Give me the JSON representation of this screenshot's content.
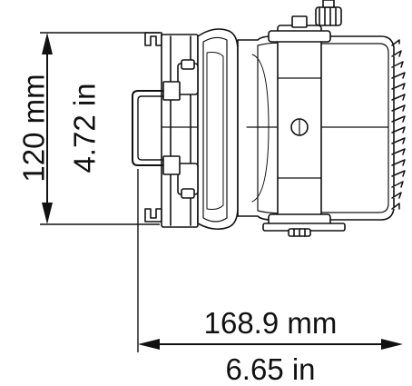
{
  "dimensions": {
    "height": {
      "metric": "120 mm",
      "imperial": "4.72 in"
    },
    "width": {
      "metric": "168.9 mm",
      "imperial": "6.65 in"
    }
  },
  "colors": {
    "line": "#111111",
    "background": "#ffffff"
  }
}
